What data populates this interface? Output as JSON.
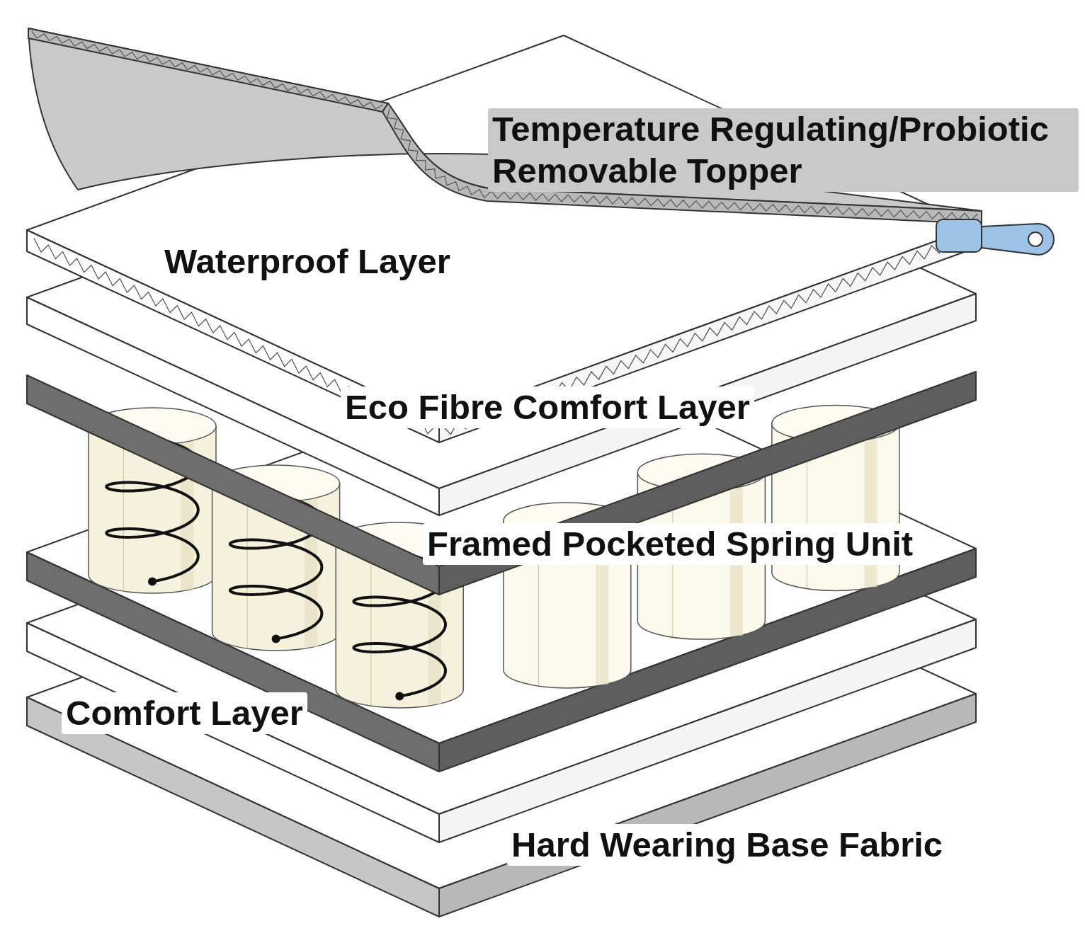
{
  "diagram": {
    "labels": [
      "Temperature Regulating/Probiotic Removable Topper",
      "Waterproof Layer",
      "Eco Fibre Comfort Layer",
      "Framed Pocketed Spring Unit",
      "Comfort Layer",
      "Hard Wearing Base Fabric"
    ]
  }
}
